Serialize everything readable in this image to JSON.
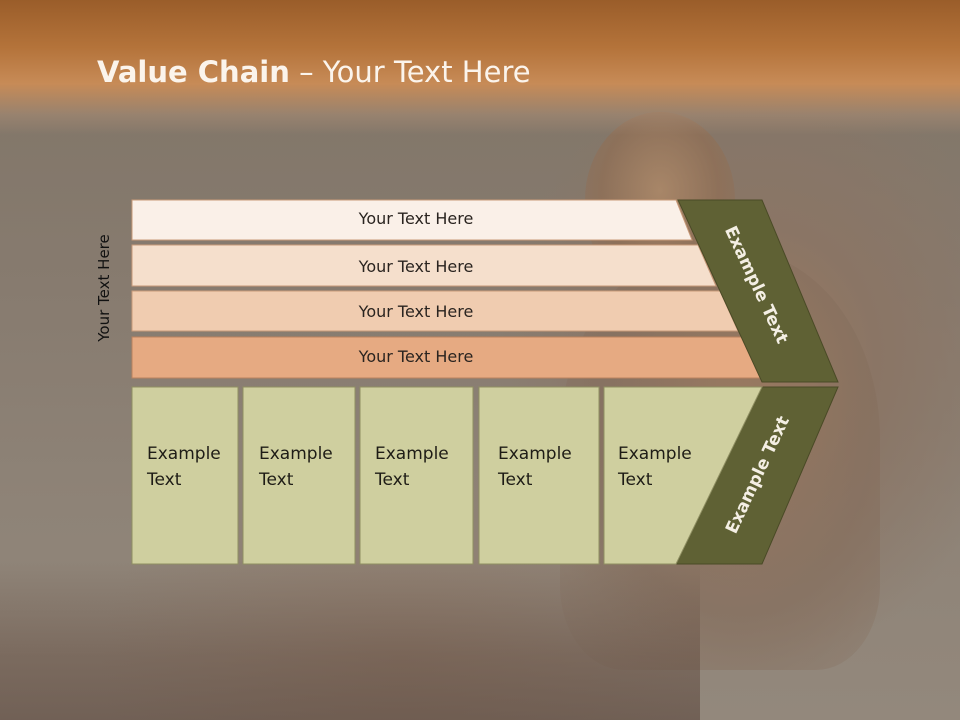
{
  "title": {
    "bold": "Value Chain",
    "rest": " – Your Text Here"
  },
  "side_label": "Your Text Here",
  "bars": [
    {
      "label": "Your Text Here",
      "color": "#faf0e8"
    },
    {
      "label": "Your Text Here",
      "color": "#f5dfcc"
    },
    {
      "label": "Your Text Here",
      "color": "#f0ccb0"
    },
    {
      "label": "Your Text Here",
      "color": "#e6aa82"
    }
  ],
  "chevron_top": {
    "label": "Example Text",
    "color": "#5f6134"
  },
  "chevron_bottom": {
    "label": "Example Text",
    "color": "#5f6134"
  },
  "cells": [
    {
      "line1": "Example",
      "line2": "Text"
    },
    {
      "line1": "Example",
      "line2": "Text"
    },
    {
      "line1": "Example",
      "line2": "Text"
    },
    {
      "line1": "Example",
      "line2": "Text"
    },
    {
      "line1": "Example",
      "line2": "Text"
    }
  ],
  "colors": {
    "cell_fill": "#cfcf9f",
    "header": "#b4733a",
    "title": "#fbf4ec"
  }
}
